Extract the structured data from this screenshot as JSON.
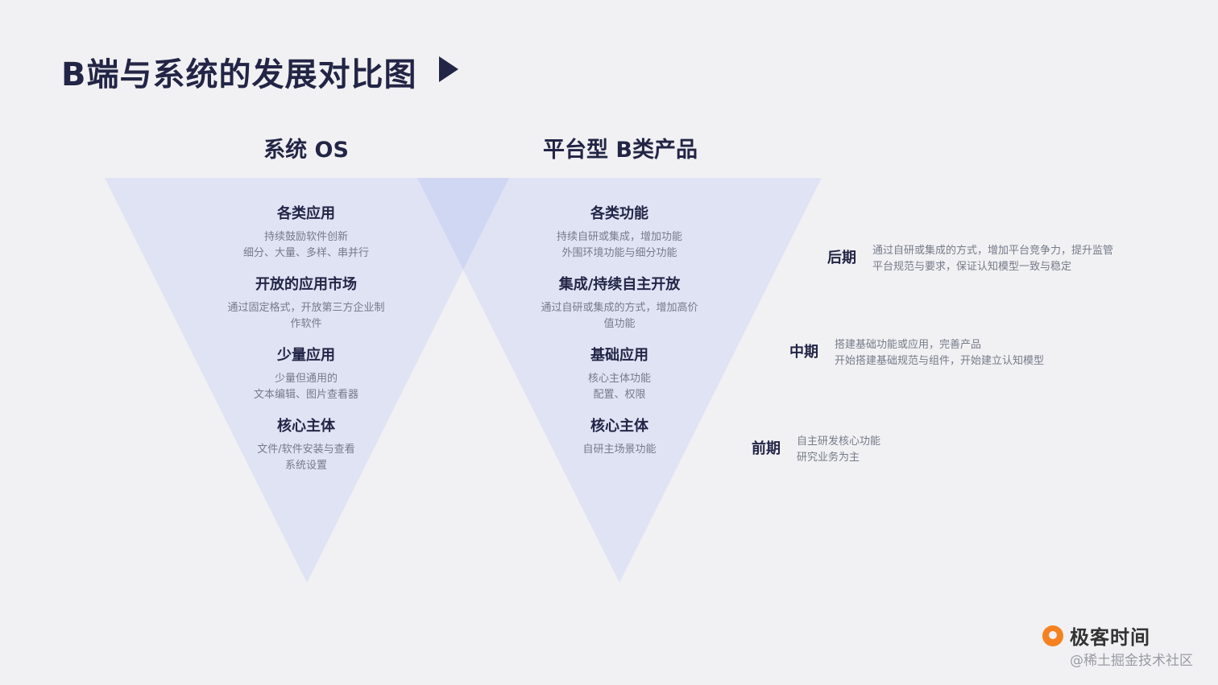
{
  "title": "B端与系统的发展对比图",
  "columns": [
    {
      "title": "系统 OS",
      "blocks": [
        {
          "heading": "各类应用",
          "lines": [
            "持续鼓励软件创新",
            "细分、大量、多样、串并行"
          ]
        },
        {
          "heading": "开放的应用市场",
          "lines": [
            "通过固定格式，开放第三方企业制",
            "作软件"
          ]
        },
        {
          "heading": "少量应用",
          "lines": [
            "少量但通用的",
            "文本编辑、图片查看器"
          ]
        },
        {
          "heading": "核心主体",
          "lines": [
            "文件/软件安装与查看",
            "系统设置"
          ]
        }
      ]
    },
    {
      "title": "平台型 B类产品",
      "blocks": [
        {
          "heading": "各类功能",
          "lines": [
            "持续自研或集成，增加功能",
            "外围环境功能与细分功能"
          ]
        },
        {
          "heading": "集成/持续自主开放",
          "lines": [
            "通过自研或集成的方式，增加高价",
            "值功能"
          ]
        },
        {
          "heading": "基础应用",
          "lines": [
            "核心主体功能",
            "配置、权限"
          ]
        },
        {
          "heading": "核心主体",
          "lines": [
            "自研主场景功能"
          ]
        }
      ]
    }
  ],
  "stages": [
    {
      "label": "后期",
      "lines": [
        "通过自研或集成的方式，增加平台竞争力，提升监管",
        "平台规范与要求，保证认知模型一致与稳定"
      ]
    },
    {
      "label": "中期",
      "lines": [
        "搭建基础功能或应用，完善产品",
        "开始搭建基础规范与组件，开始建立认知模型"
      ]
    },
    {
      "label": "前期",
      "lines": [
        "自主研发核心功能",
        "研究业务为主"
      ]
    }
  ],
  "logo": {
    "text": "极客时间"
  },
  "watermark": "@稀土掘金技术社区",
  "colors": {
    "triangle": "#e0e3f4",
    "overlap": "#d0d7f3",
    "heading": "#232546",
    "desc": "#777a8a",
    "accent": "#f58220"
  }
}
